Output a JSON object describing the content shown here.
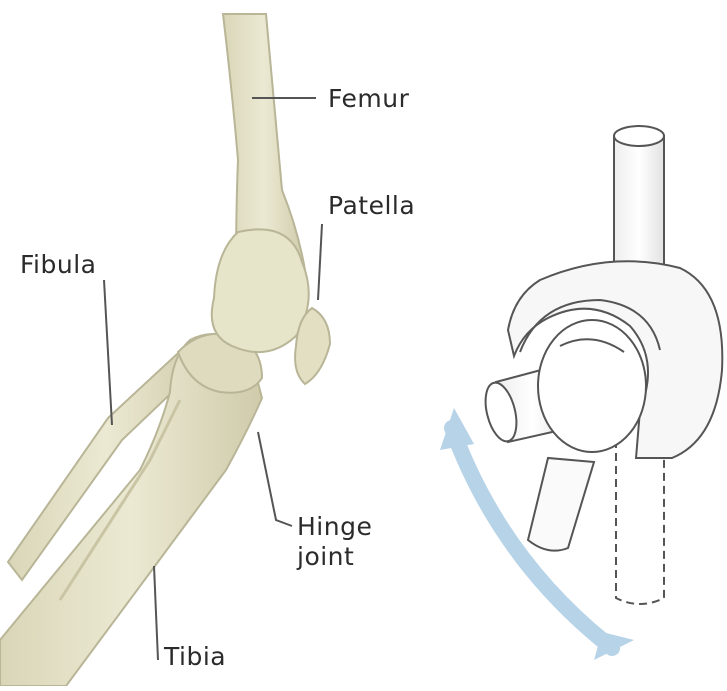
{
  "labels": {
    "femur": "Femur",
    "patella": "Patella",
    "fibula": "Fibula",
    "hinge_line1": "Hinge",
    "hinge_line2": "joint",
    "tibia": "Tibia"
  },
  "colors": {
    "bone_fill": "#e3e1c4",
    "bone_shadow": "#c8c4a3",
    "bone_outline": "#b9b597",
    "leader_line": "#555555",
    "model_outline": "#555555",
    "model_fill": "#f7f7f7",
    "motion_arrow": "#b7d3e8"
  }
}
